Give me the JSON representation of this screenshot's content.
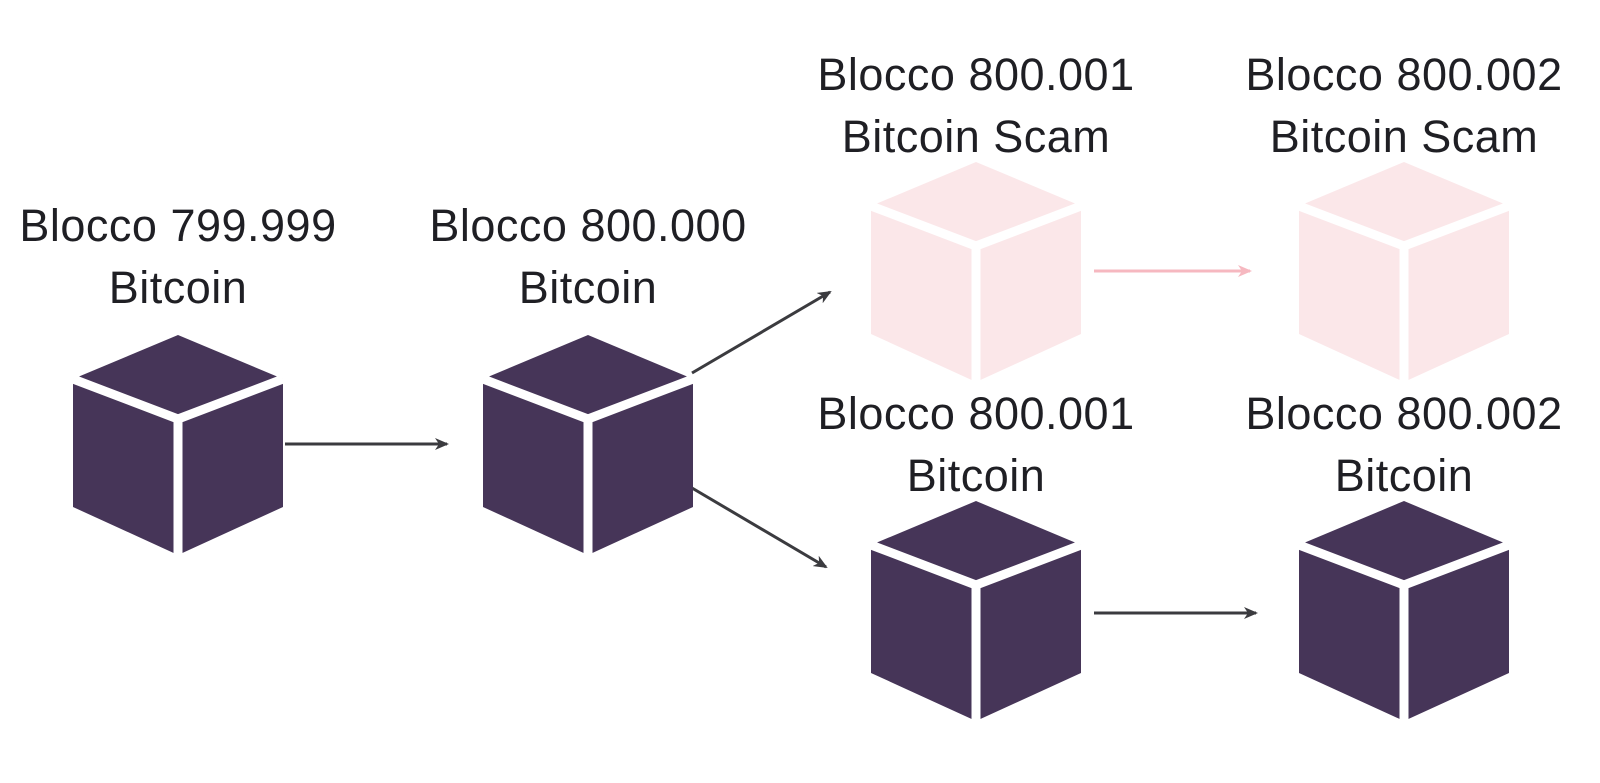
{
  "colors": {
    "cube_main": "#463558",
    "cube_scam": "#fbe7e9",
    "arrow_main": "#3b3b3f",
    "arrow_scam": "#f6b8c0",
    "text": "#1f1f24"
  },
  "icons": {
    "block": "cube-icon"
  },
  "blocks": [
    {
      "id": "b799999",
      "line1": "Blocco 799.999",
      "line2": "Bitcoin",
      "variant": "main"
    },
    {
      "id": "b800000",
      "line1": "Blocco 800.000",
      "line2": "Bitcoin",
      "variant": "main"
    },
    {
      "id": "b800001_scam",
      "line1": "Blocco 800.001",
      "line2": "Bitcoin Scam",
      "variant": "scam"
    },
    {
      "id": "b800002_scam",
      "line1": "Blocco 800.002",
      "line2": "Bitcoin Scam",
      "variant": "scam"
    },
    {
      "id": "b800001",
      "line1": "Blocco 800.001",
      "line2": "Bitcoin",
      "variant": "main"
    },
    {
      "id": "b800002",
      "line1": "Blocco 800.002",
      "line2": "Bitcoin",
      "variant": "main"
    }
  ],
  "links": [
    {
      "from": "b799999",
      "to": "b800000",
      "variant": "main"
    },
    {
      "from": "b800000",
      "to": "b800001_scam",
      "variant": "main"
    },
    {
      "from": "b800000",
      "to": "b800001",
      "variant": "main"
    },
    {
      "from": "b800001_scam",
      "to": "b800002_scam",
      "variant": "scam"
    },
    {
      "from": "b800001",
      "to": "b800002",
      "variant": "main"
    }
  ]
}
